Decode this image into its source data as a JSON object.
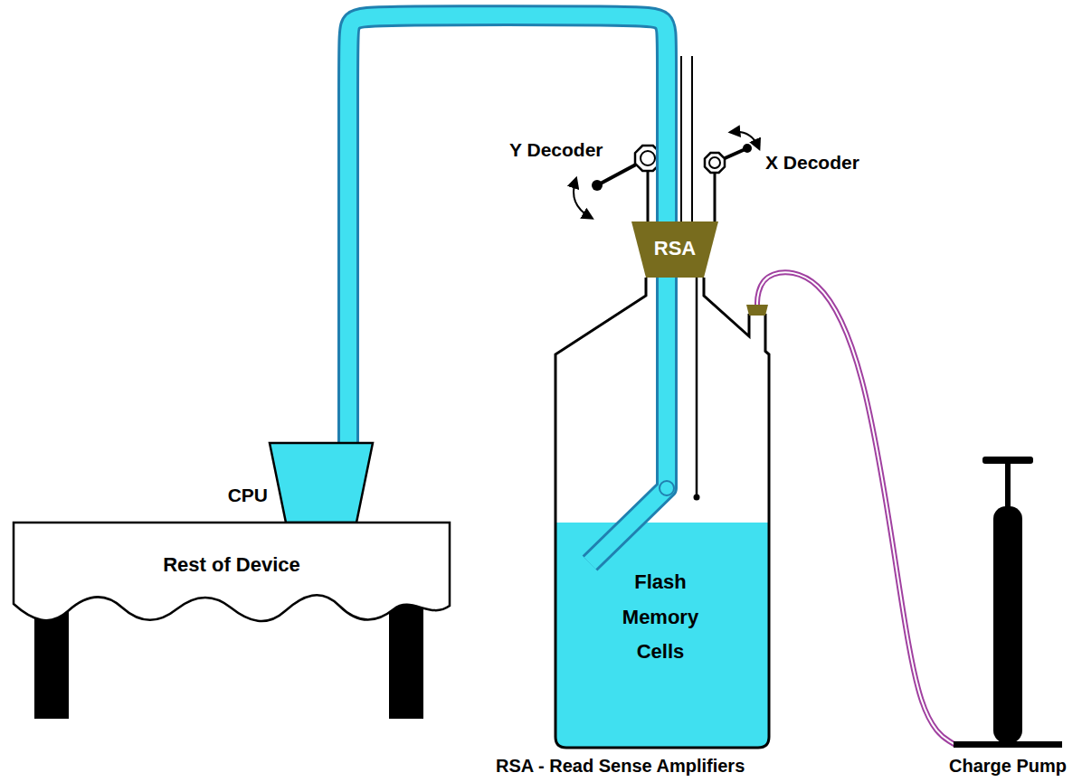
{
  "diagram": {
    "nodes": [
      {
        "text": [
          "RSA"
        ]
      },
      {
        "text": [
          "CPU"
        ]
      },
      {
        "text": [
          "Rest of Device"
        ]
      },
      {
        "text": [
          "Flash Memory Cells"
        ]
      },
      {
        "text": [
          "Charge Pump"
        ]
      }
    ],
    "edges": [
      {
        "from": 0,
        "to": 1,
        "arrow": "none"
      },
      {
        "from": 4,
        "to": 3,
        "arrow": "none"
      }
    ],
    "labels": [
      "Y Decoder",
      "X Decoder",
      "RSA - Read Sense Amplifiers"
    ]
  }
}
